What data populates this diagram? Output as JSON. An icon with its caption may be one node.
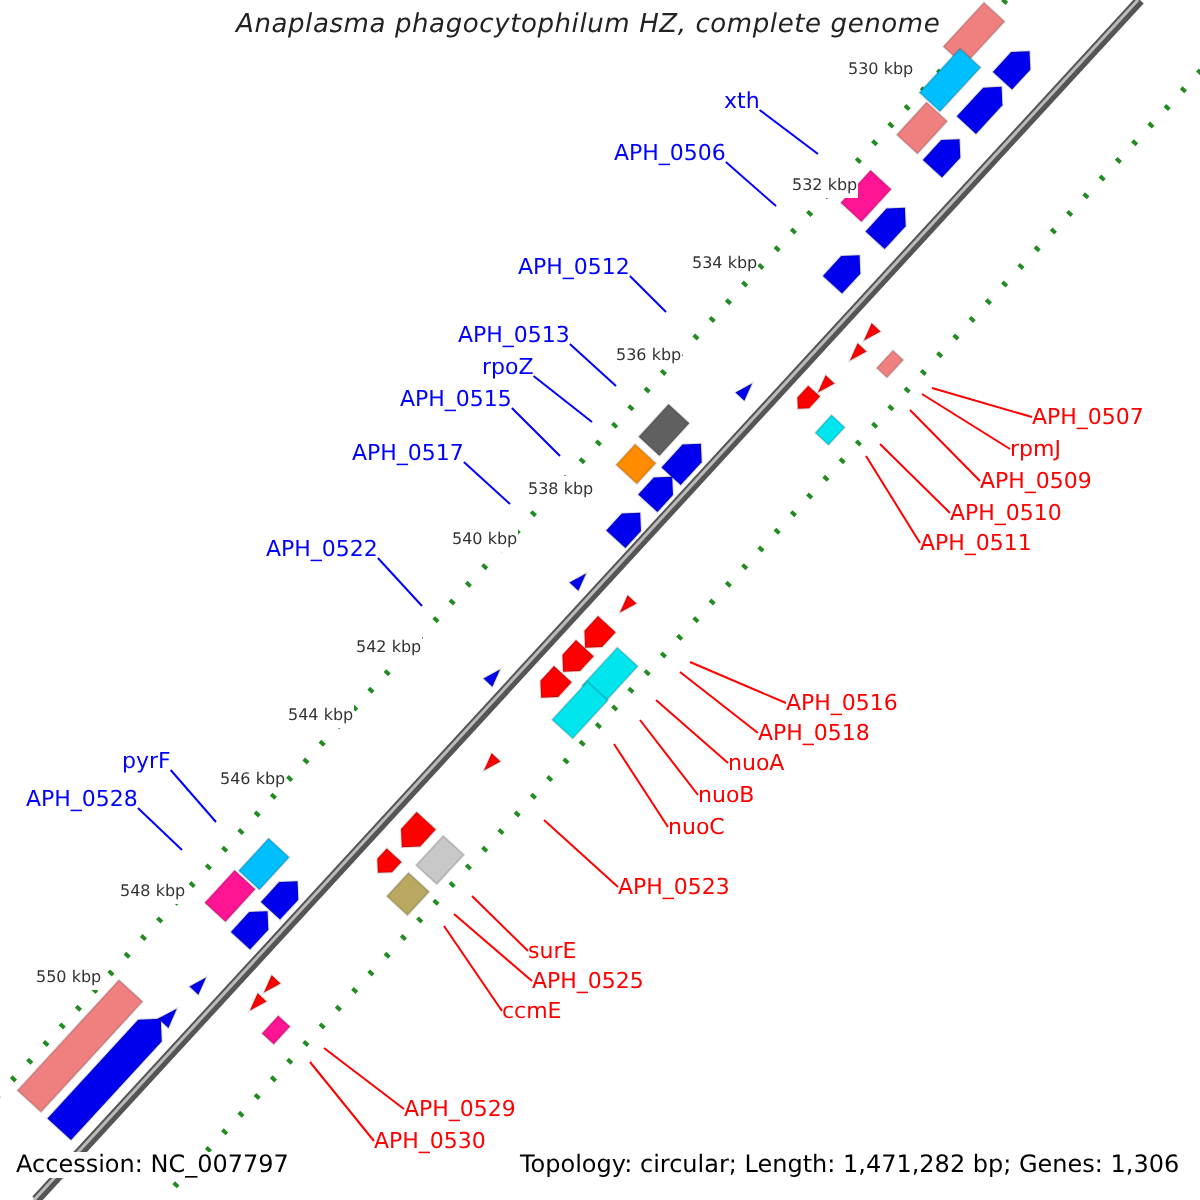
{
  "diagram": {
    "title": "Anaplasma phagocytophilum HZ, complete genome",
    "nodes": [
      {
        "text": [
          "xth"
        ]
      },
      {
        "text": [
          "APH_0506"
        ]
      },
      {
        "text": [
          "APH_0512"
        ]
      },
      {
        "text": [
          "APH_0513"
        ]
      },
      {
        "text": [
          "rpoZ"
        ]
      },
      {
        "text": [
          "APH_0515"
        ]
      },
      {
        "text": [
          "APH_0507"
        ]
      },
      {
        "text": [
          "rpmJ"
        ]
      },
      {
        "text": [
          "APH_0517"
        ]
      },
      {
        "text": [
          "APH_0509"
        ]
      },
      {
        "text": [
          "APH_0510"
        ]
      },
      {
        "text": [
          "APH_0511"
        ]
      },
      {
        "text": [
          "APH_0522"
        ]
      },
      {
        "text": [
          "APH_0516"
        ]
      },
      {
        "text": [
          "APH_0518"
        ]
      },
      {
        "text": [
          "nuoA"
        ]
      },
      {
        "text": [
          "pyrF"
        ]
      },
      {
        "text": [
          "APH_0528"
        ]
      },
      {
        "text": [
          "nuoB"
        ]
      },
      {
        "text": [
          "nuoC"
        ]
      },
      {
        "text": [
          "APH_0523"
        ]
      },
      {
        "text": [
          "surE"
        ]
      },
      {
        "text": [
          "APH_0525"
        ]
      },
      {
        "text": [
          "ccmE"
        ]
      },
      {
        "text": [
          "APH_0529"
        ]
      },
      {
        "text": [
          "APH_0530"
        ]
      }
    ],
    "edges": [
      {
        "from": 0,
        "to": null,
        "arrow": "none",
        "color": "#0000ff"
      },
      {
        "from": 1,
        "to": null,
        "arrow": "none",
        "color": "#0000ff"
      },
      {
        "from": 2,
        "to": null,
        "arrow": "none",
        "color": "#0000ff"
      },
      {
        "from": 3,
        "to": null,
        "arrow": "none",
        "color": "#0000ff"
      },
      {
        "from": 4,
        "to": null,
        "arrow": "none",
        "color": "#0000ff"
      },
      {
        "from": 5,
        "to": null,
        "arrow": "none",
        "color": "#0000ff"
      },
      {
        "from": 6,
        "to": null,
        "arrow": "none"
      },
      {
        "from": 7,
        "to": null,
        "arrow": "none"
      },
      {
        "from": 8,
        "to": null,
        "arrow": "none",
        "color": "#0000ff"
      },
      {
        "from": 9,
        "to": null,
        "arrow": "none"
      },
      {
        "from": 10,
        "to": null,
        "arrow": "none"
      },
      {
        "from": 11,
        "to": null,
        "arrow": "none"
      },
      {
        "from": 12,
        "to": null,
        "arrow": "none",
        "color": "#0000ff"
      },
      {
        "from": 13,
        "to": null,
        "arrow": "none"
      },
      {
        "from": 14,
        "to": null,
        "arrow": "none"
      },
      {
        "from": 15,
        "to": null,
        "arrow": "none"
      },
      {
        "from": 16,
        "to": null,
        "arrow": "none",
        "color": "#0000ff"
      },
      {
        "from": 17,
        "to": null,
        "arrow": "none",
        "color": "#0000ff"
      },
      {
        "from": 18,
        "to": null,
        "arrow": "none"
      },
      {
        "from": 19,
        "to": null,
        "arrow": "none"
      },
      {
        "from": 20,
        "to": null,
        "arrow": "none"
      },
      {
        "from": 21,
        "to": null,
        "arrow": "none"
      },
      {
        "from": 22,
        "to": null,
        "arrow": "none"
      },
      {
        "from": 23,
        "to": null,
        "arrow": "none"
      },
      {
        "from": 24,
        "to": null,
        "arrow": "none"
      },
      {
        "from": 25,
        "to": null,
        "arrow": "none"
      }
    ],
    "labels": [
      "530 kbp",
      "532 kbp",
      "534 kbp",
      "536 kbp",
      "538 kbp",
      "540 kbp",
      "542 kbp",
      "544 kbp",
      "546 kbp",
      "548 kbp",
      "550 kbp",
      "Accession: NC_007797",
      "Topology: circular; Length: 1,471,282 bp; Genes: 1,306"
    ]
  }
}
